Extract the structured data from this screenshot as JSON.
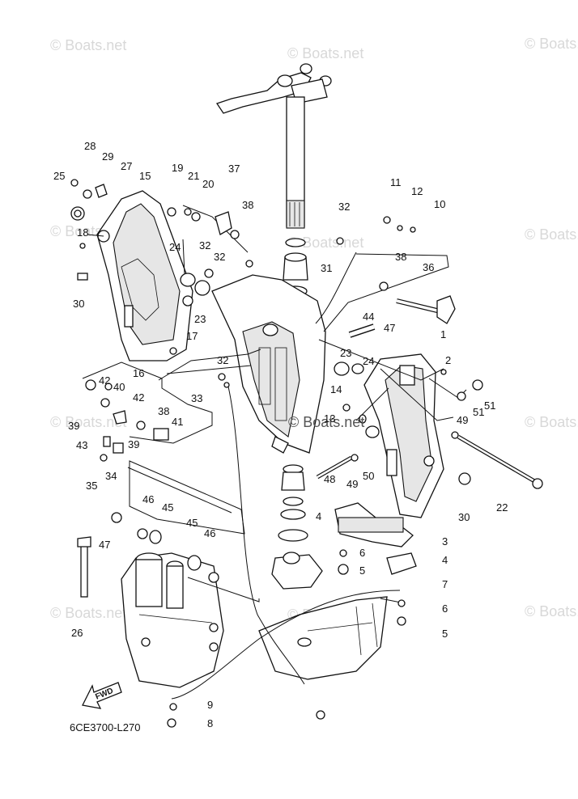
{
  "diagram": {
    "code": "6CE3700-L270",
    "fwd_label": "FWD",
    "watermark": "© Boats.net",
    "center_watermark": "© Boats.net",
    "callouts": [
      "28",
      "29",
      "27",
      "25",
      "15",
      "19",
      "21",
      "20",
      "37",
      "18",
      "24",
      "32",
      "32",
      "38",
      "30",
      "23",
      "17",
      "16",
      "11",
      "12",
      "10",
      "32",
      "38",
      "36",
      "31",
      "44",
      "47",
      "1",
      "2",
      "23",
      "24",
      "42",
      "40",
      "42",
      "13",
      "14",
      "51",
      "39",
      "38",
      "41",
      "49",
      "51",
      "33",
      "32",
      "43",
      "39",
      "34",
      "35",
      "49",
      "50",
      "48",
      "22",
      "30",
      "46",
      "45",
      "47",
      "4",
      "3",
      "6",
      "45",
      "46",
      "5",
      "4",
      "7",
      "6",
      "26",
      "5",
      "9",
      "8"
    ]
  }
}
